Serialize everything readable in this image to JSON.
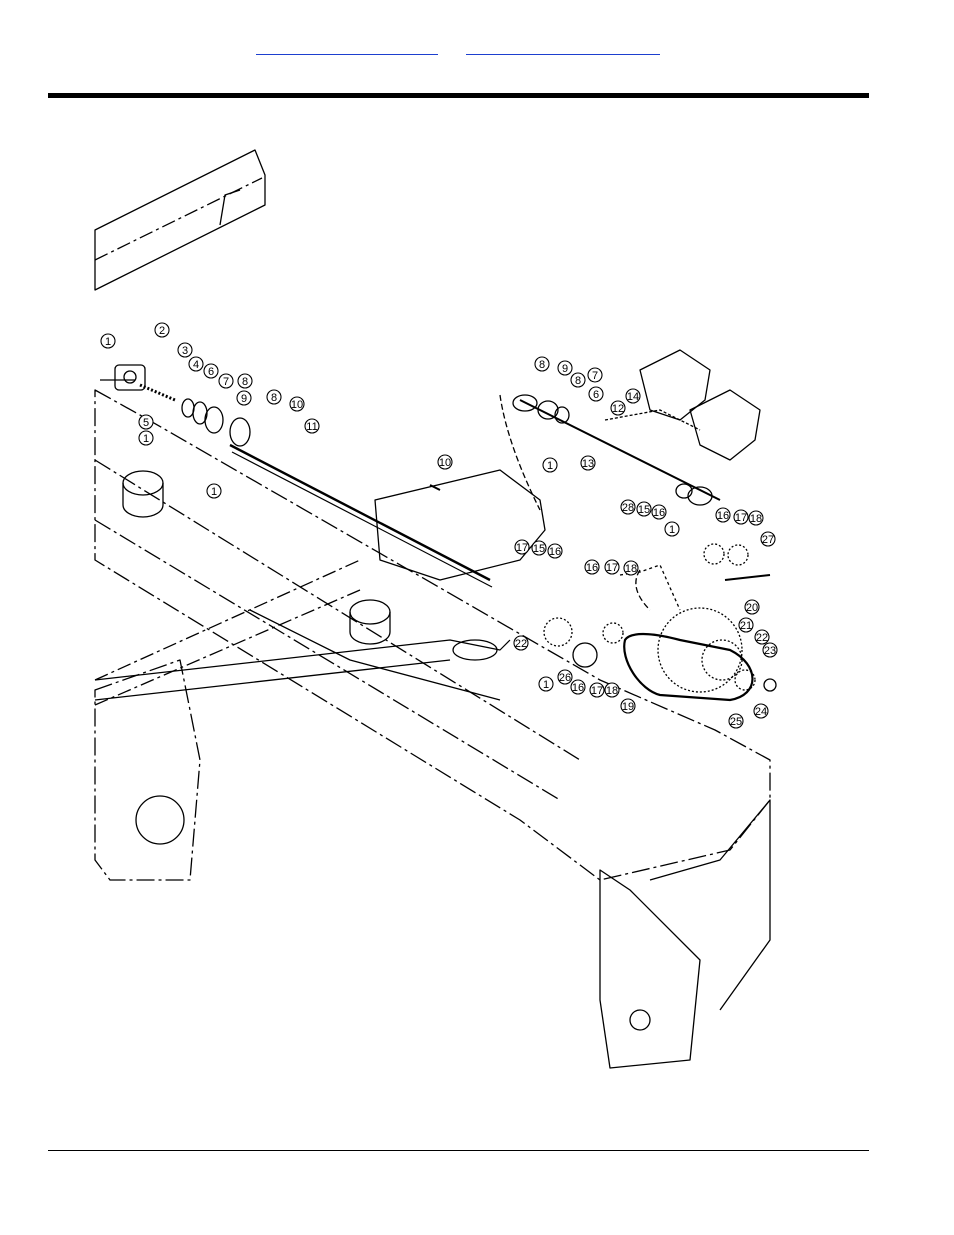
{
  "header": {
    "link_left": "",
    "link_right": ""
  },
  "drawing": {
    "callouts": [
      "1",
      "2",
      "3",
      "4",
      "5",
      "6",
      "7",
      "8",
      "9",
      "10",
      "11",
      "12",
      "13",
      "14",
      "15",
      "16",
      "17",
      "18",
      "19",
      "20",
      "21",
      "22",
      "23",
      "24",
      "25",
      "26",
      "27",
      "28"
    ]
  }
}
